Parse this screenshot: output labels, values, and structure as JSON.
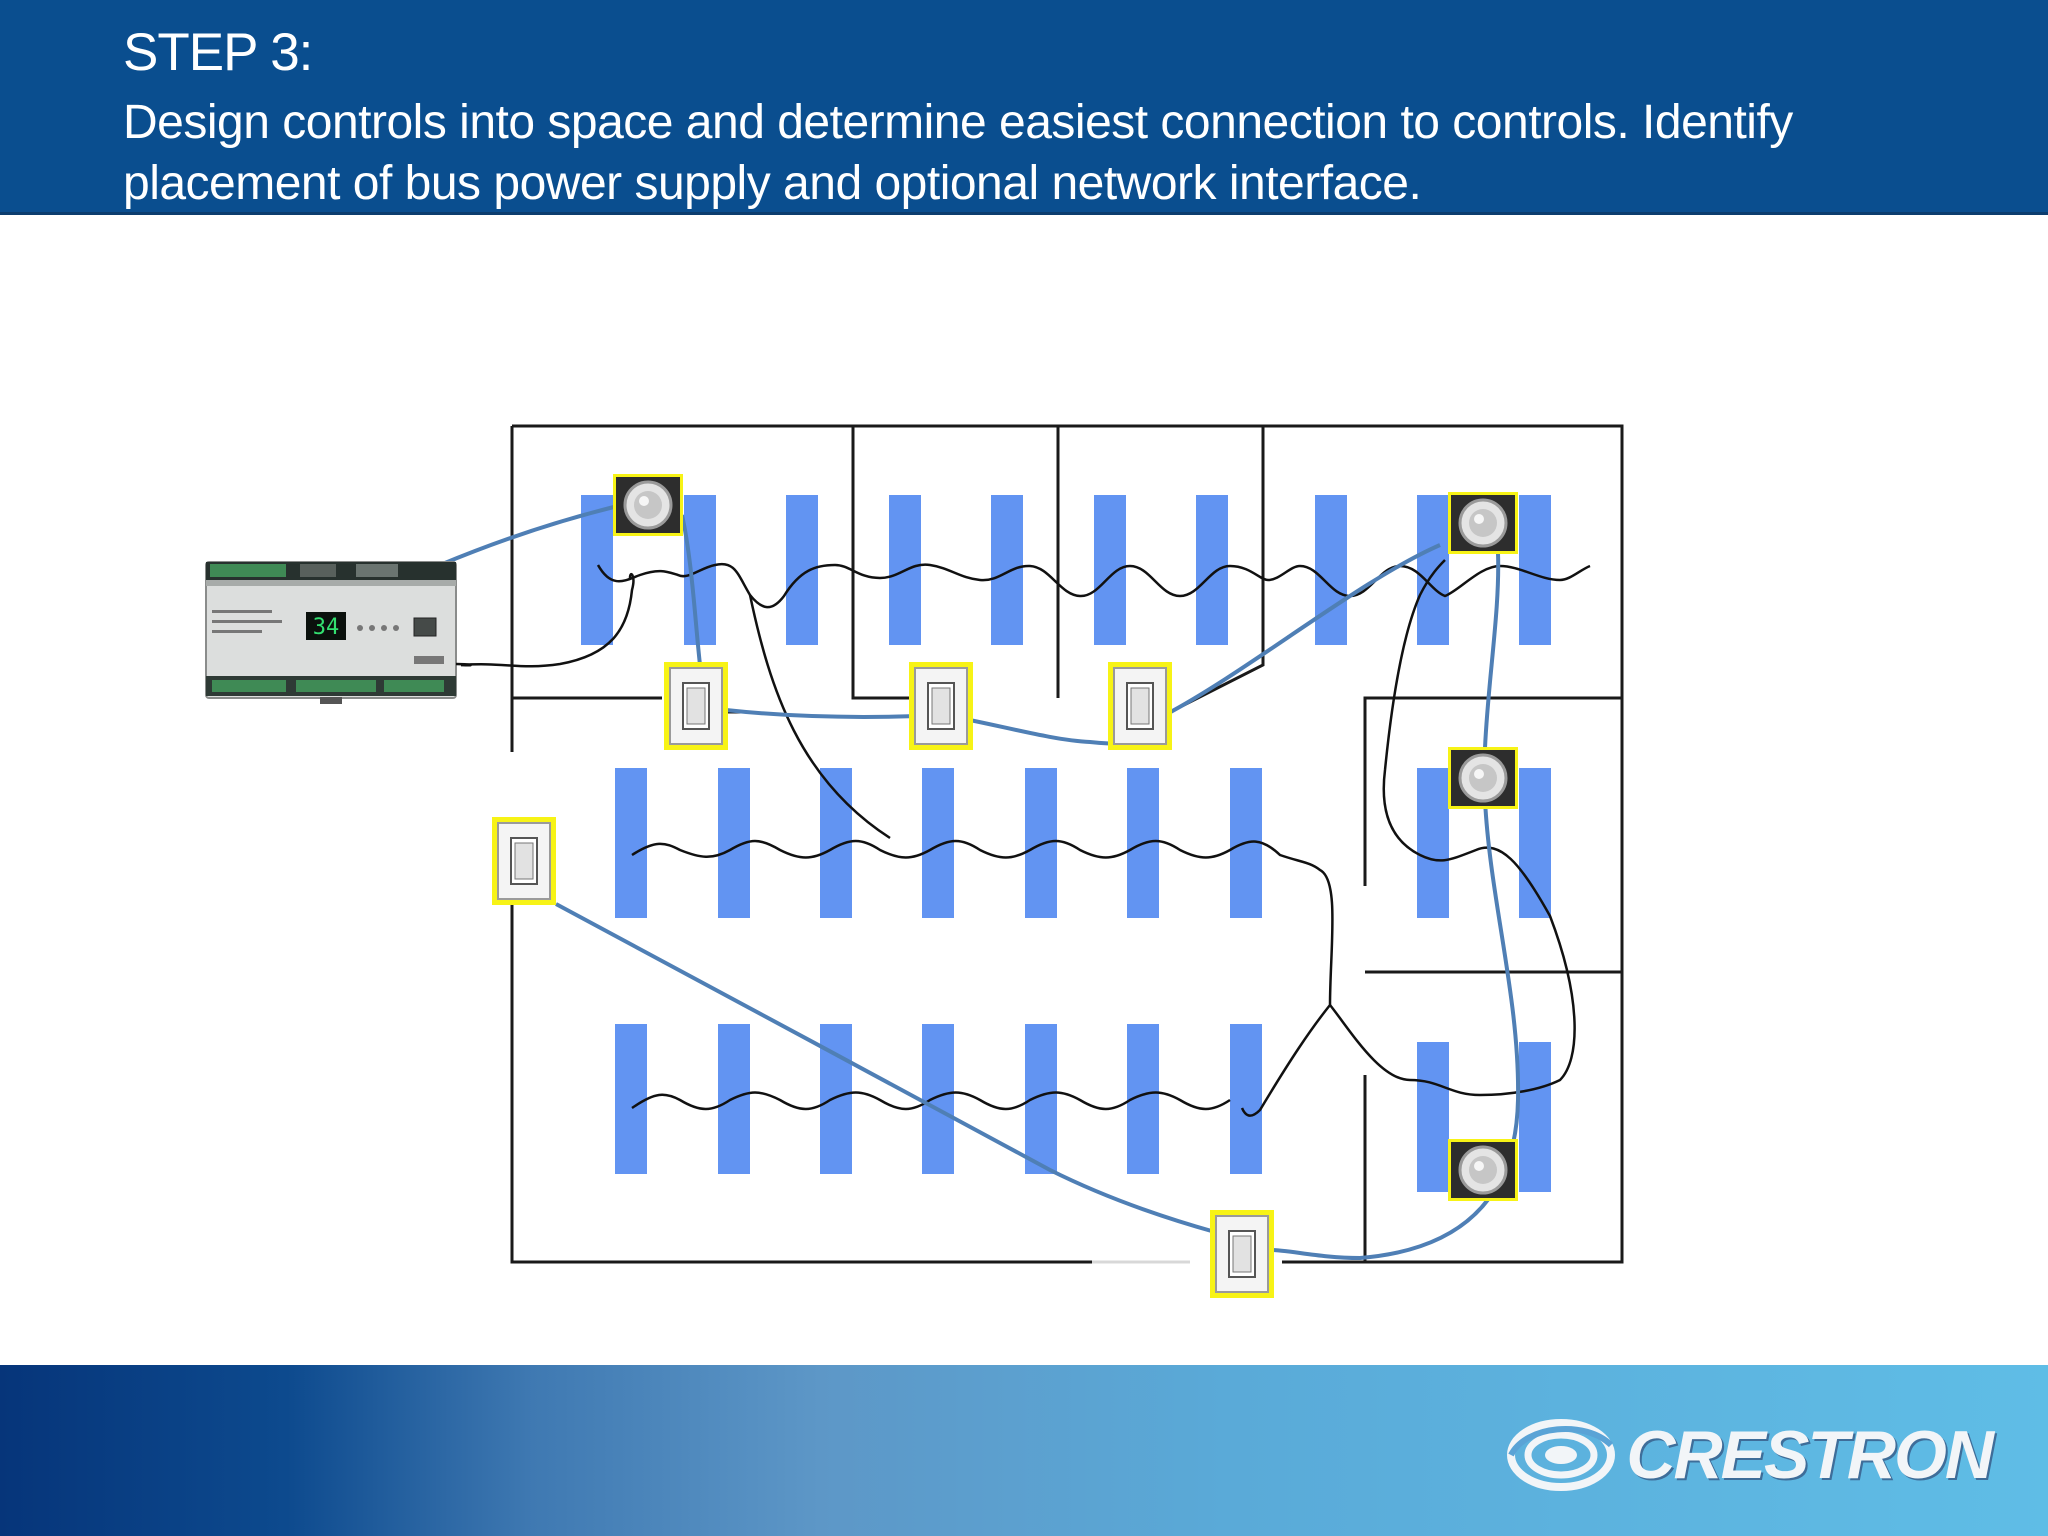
{
  "header": {
    "title": "STEP 3:",
    "description": "Design controls into space and determine easiest connection to controls. Identify placement of bus power supply and optional network interface."
  },
  "controller": {
    "display_value": "34"
  },
  "footer": {
    "brand": "CRESTRON"
  },
  "colors": {
    "header_bg": "#0a4e8f",
    "fixture": "#6294f2",
    "bus_cable": "#4f7fb5",
    "device_highlight": "#f7f316",
    "sensor_body": "#2d2d2d"
  }
}
